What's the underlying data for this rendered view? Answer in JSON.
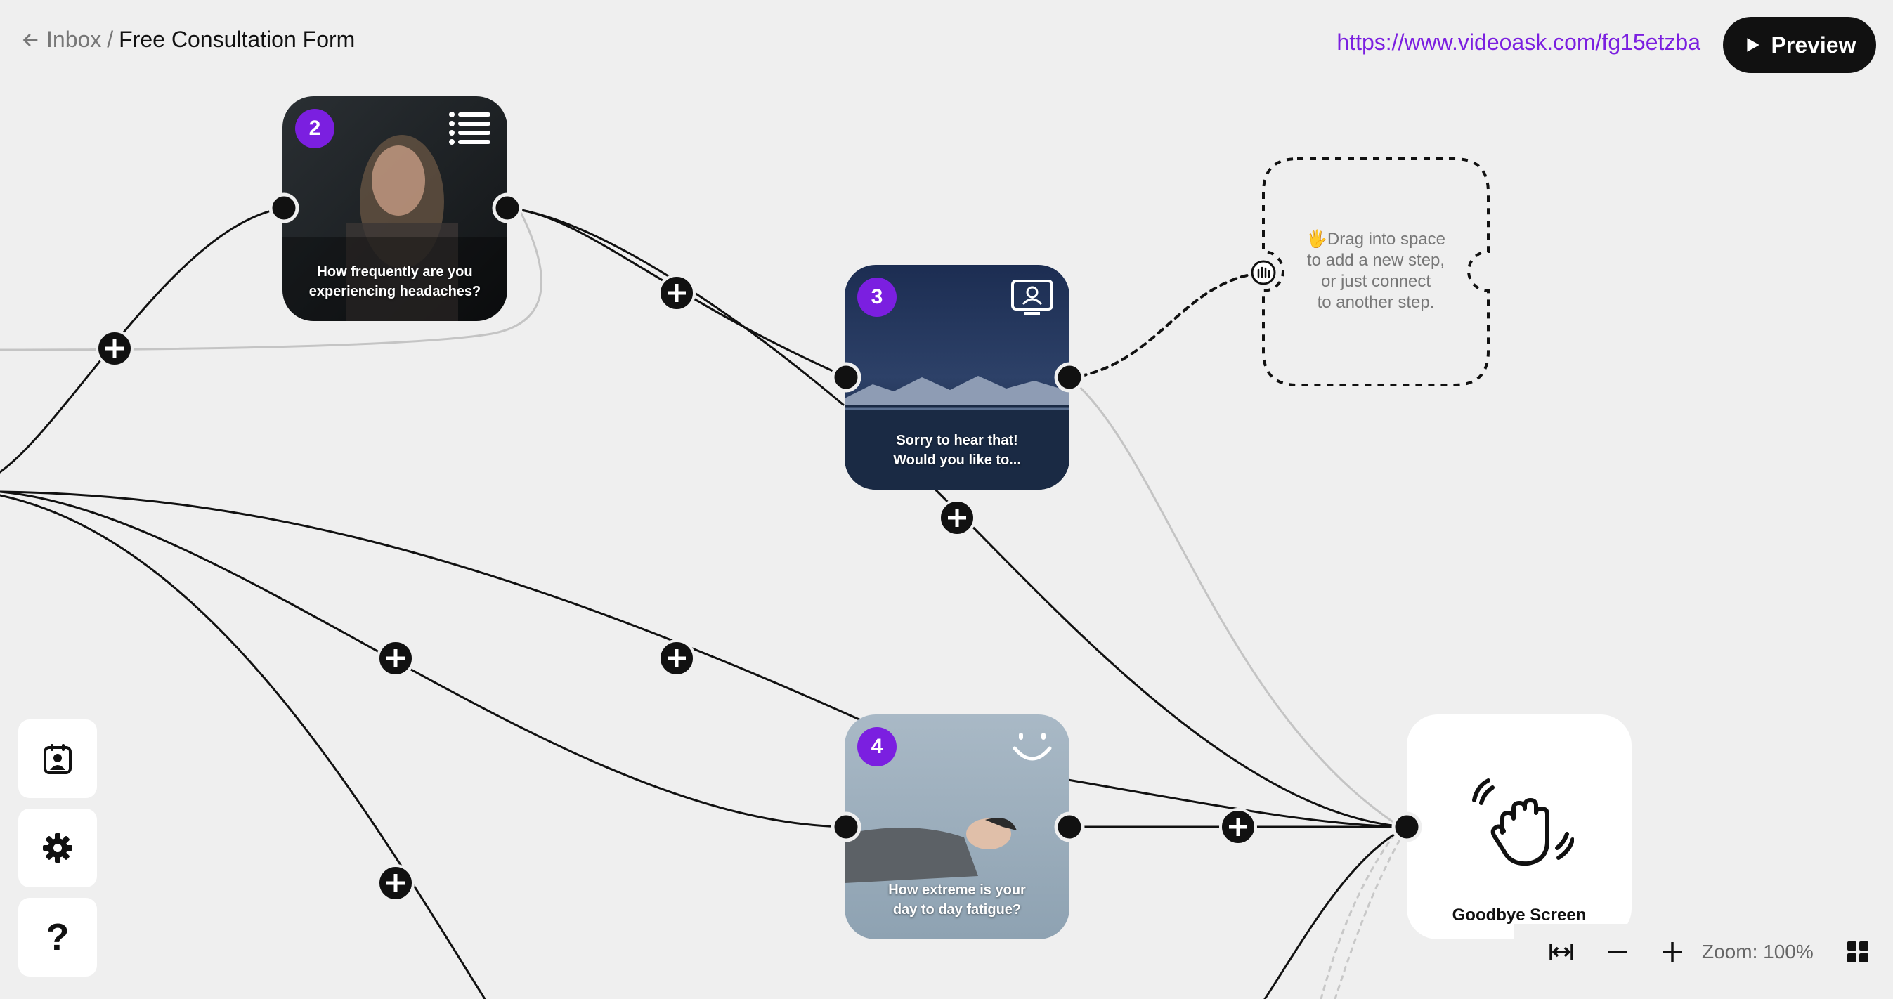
{
  "header": {
    "back_label": "Inbox",
    "separator": "/",
    "form_title": "Free Consultation Form",
    "share_url": "https://www.videoask.com/fg15etzba",
    "preview_label": "Preview"
  },
  "steps": [
    {
      "number": "2",
      "caption_line1": "How frequently are you",
      "caption_line2": "experiencing headaches?",
      "type_icon": "list-icon"
    },
    {
      "number": "3",
      "caption_line1": "Sorry to hear that!",
      "caption_line2": "Would you like to...",
      "type_icon": "contact-screen-icon"
    },
    {
      "number": "4",
      "caption_line1": "How extreme is your",
      "caption_line2": "day to day fatigue?",
      "type_icon": "smile-scale-icon"
    }
  ],
  "dropzone": {
    "emoji": "🖐",
    "line1": "Drag into space",
    "line2": "to add a new step,",
    "line3": "or just connect",
    "line4": "to another step."
  },
  "goodbye": {
    "label": "Goodbye Screen",
    "icon": "waving-hand-icon"
  },
  "sidebar": {
    "icons": [
      "contact-card-icon",
      "gear-icon",
      "help-icon"
    ],
    "help_glyph": "?"
  },
  "zoom": {
    "label": "Zoom: 100%",
    "level_percent": 100
  },
  "colors": {
    "accent": "#7b1fe0",
    "canvas": "#efefef",
    "dark": "#111111"
  }
}
